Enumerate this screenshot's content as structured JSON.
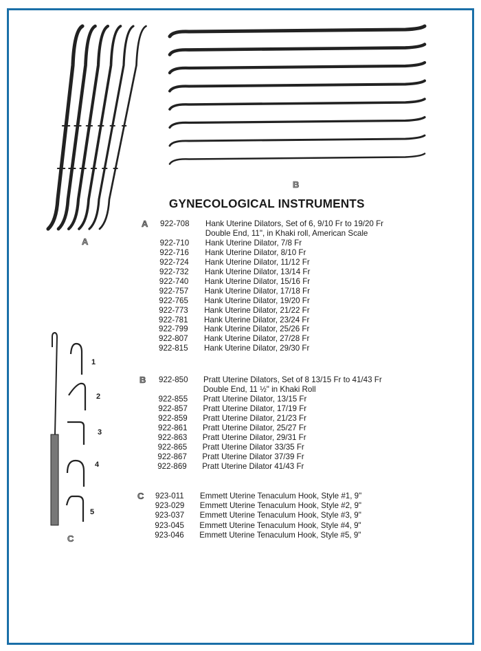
{
  "title": "GYNECOLOGICAL INSTRUMENTS",
  "figure_labels": {
    "a": "A",
    "b": "B",
    "c": "C"
  },
  "hook_numbers": [
    "1",
    "2",
    "3",
    "4",
    "5"
  ],
  "sections": [
    {
      "letter": "A",
      "items": [
        {
          "code": "922-708",
          "desc": "Hank Uterine Dilators, Set of 6, 9/10 Fr to 19/20 Fr"
        },
        {
          "code": "",
          "desc": "Double End, 11\", in Khaki roll, American Scale"
        },
        {
          "code": "922-710",
          "desc": "Hank Uterine Dilator, 7/8 Fr"
        },
        {
          "code": "922-716",
          "desc": "Hank Uterine Dilator, 8/10 Fr"
        },
        {
          "code": "922-724",
          "desc": "Hank Uterine Dilator, 11/12 Fr"
        },
        {
          "code": "922-732",
          "desc": "Hank Uterine Dilator, 13/14 Fr"
        },
        {
          "code": "922-740",
          "desc": "Hank Uterine Dilator, 15/16 Fr"
        },
        {
          "code": "922-757",
          "desc": "Hank Uterine Dilator, 17/18 Fr"
        },
        {
          "code": "922-765",
          "desc": "Hank Uterine Dilator, 19/20 Fr"
        },
        {
          "code": "922-773",
          "desc": "Hank Uterine Dilator, 21/22 Fr"
        },
        {
          "code": "922-781",
          "desc": "Hank Uterine Dilator, 23/24 Fr"
        },
        {
          "code": "922-799",
          "desc": "Hank Uterine Dilator, 25/26 Fr"
        },
        {
          "code": "922-807",
          "desc": "Hank Uterine Dilator, 27/28 Fr"
        },
        {
          "code": "922-815",
          "desc": "Hank Uterine Dilator, 29/30 Fr"
        }
      ]
    },
    {
      "letter": "B",
      "items": [
        {
          "code": "922-850",
          "desc": "Pratt Uterine Dilators, Set of 8 13/15 Fr to 41/43 Fr"
        },
        {
          "code": "",
          "desc": "Double End, 11 ½\" in Khaki Roll"
        },
        {
          "code": "922-855",
          "desc": "Pratt Uterine Dilator, 13/15 Fr"
        },
        {
          "code": "922-857",
          "desc": "Pratt Uterine Dilator, 17/19 Fr"
        },
        {
          "code": "922-859",
          "desc": "Pratt Uterine Dilator, 21/23 Fr"
        },
        {
          "code": "922-861",
          "desc": "Pratt Uterine Dilator, 25/27 Fr"
        },
        {
          "code": "922-863",
          "desc": "Pratt Uterine Dilator, 29/31 Fr"
        },
        {
          "code": "922-865",
          "desc": "Pratt Uterine Dilator 33/35 Fr"
        },
        {
          "code": "922-867",
          "desc": "Pratt Uterine Dilator 37/39 Fr"
        },
        {
          "code": "922-869",
          "desc": "Pratt Uterine Dilator 41/43 Fr"
        }
      ]
    },
    {
      "letter": "C",
      "items": [
        {
          "code": "923-011",
          "desc": "Emmett Uterine Tenaculum Hook, Style #1, 9\""
        },
        {
          "code": "923-029",
          "desc": "Emmett Uterine Tenaculum Hook, Style #2, 9\""
        },
        {
          "code": "923-037",
          "desc": "Emmett Uterine Tenaculum Hook, Style #3, 9\""
        },
        {
          "code": "923-045",
          "desc": "Emmett Uterine Tenaculum Hook, Style #4, 9\""
        },
        {
          "code": "923-046",
          "desc": "Emmett Uterine Tenaculum Hook, Style #5, 9\""
        }
      ]
    }
  ],
  "colors": {
    "frame": "#1a6fa8"
  }
}
